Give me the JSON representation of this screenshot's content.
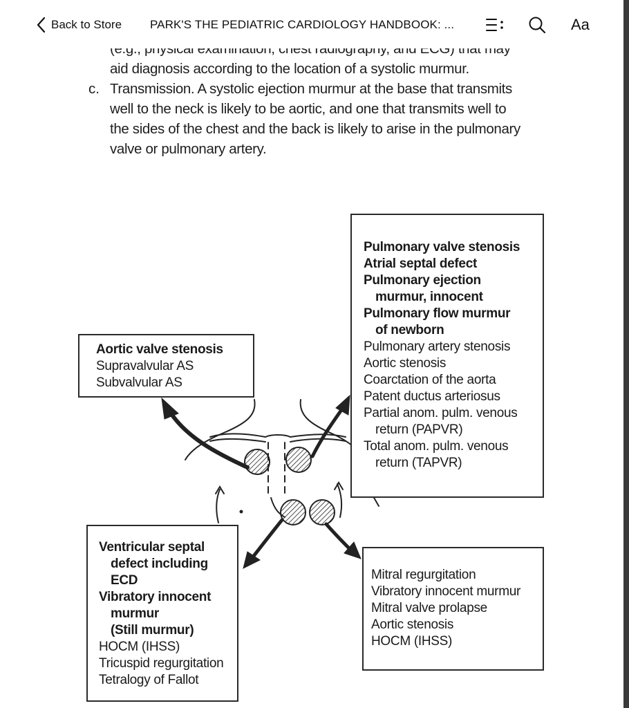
{
  "toolbar": {
    "back_label": "Back to Store",
    "book_title": "PARK'S THE PEDIATRIC CARDIOLOGY HANDBOOK: ...",
    "font_label": "Aa"
  },
  "icons": {
    "back": "chevron-left-icon",
    "toc": "table-of-contents-icon",
    "search": "search-icon"
  },
  "page": {
    "lines": [
      "(e.g., physical examination, chest radiography, and ECG) that may",
      "aid diagnosis according to the location of a systolic murmur.",
      "Transmission. A systolic ejection murmur at the base that transmits",
      "well to the neck is likely to be aortic, and one that transmits well to",
      "the sides of the chest and the back is likely to arise in the pulmonary",
      "valve or pulmonary artery."
    ],
    "item_marker": "c."
  },
  "figure": {
    "aortic_box": {
      "rows": [
        {
          "text": "Aortic valve stenosis",
          "bold": true,
          "indent": false
        },
        {
          "text": "Supravalvular AS",
          "bold": false,
          "indent": false
        },
        {
          "text": "Subvalvular AS",
          "bold": false,
          "indent": false
        }
      ]
    },
    "pulmonary_box": {
      "rows": [
        {
          "text": "Pulmonary valve stenosis",
          "bold": true,
          "indent": false
        },
        {
          "text": "Atrial septal defect",
          "bold": true,
          "indent": false
        },
        {
          "text": "Pulmonary ejection",
          "bold": true,
          "indent": false
        },
        {
          "text": "murmur, innocent",
          "bold": true,
          "indent": true
        },
        {
          "text": "Pulmonary flow murmur",
          "bold": true,
          "indent": false
        },
        {
          "text": "of newborn",
          "bold": true,
          "indent": true
        },
        {
          "text": "Pulmonary artery stenosis",
          "bold": false,
          "indent": false
        },
        {
          "text": "Aortic stenosis",
          "bold": false,
          "indent": false
        },
        {
          "text": "Coarctation of the aorta",
          "bold": false,
          "indent": false
        },
        {
          "text": "Patent ductus arteriosus",
          "bold": false,
          "indent": false
        },
        {
          "text": "Partial anom. pulm. venous",
          "bold": false,
          "indent": false
        },
        {
          "text": "return (PAPVR)",
          "bold": false,
          "indent": true
        },
        {
          "text": "Total anom. pulm. venous",
          "bold": false,
          "indent": false
        },
        {
          "text": "return (TAPVR)",
          "bold": false,
          "indent": true
        }
      ]
    },
    "tricuspid_box": {
      "rows": [
        {
          "text": "Ventricular septal",
          "bold": true,
          "indent": false
        },
        {
          "text": "defect including",
          "bold": true,
          "indent": true
        },
        {
          "text": "ECD",
          "bold": true,
          "indent": true
        },
        {
          "text": "Vibratory innocent",
          "bold": true,
          "indent": false
        },
        {
          "text": "murmur",
          "bold": true,
          "indent": true
        },
        {
          "text": "(Still murmur)",
          "bold": true,
          "indent": true
        },
        {
          "text": "HOCM (IHSS)",
          "bold": false,
          "indent": false
        },
        {
          "text": "Tricuspid regurgitation",
          "bold": false,
          "indent": false
        },
        {
          "text": "Tetralogy of Fallot",
          "bold": false,
          "indent": false
        }
      ]
    },
    "mitral_box": {
      "rows": [
        {
          "text": "Mitral regurgitation",
          "bold": false,
          "indent": false
        },
        {
          "text": "Vibratory innocent murmur",
          "bold": false,
          "indent": false
        },
        {
          "text": "Mitral valve prolapse",
          "bold": false,
          "indent": false
        },
        {
          "text": "Aortic stenosis",
          "bold": false,
          "indent": false
        },
        {
          "text": "HOCM (IHSS)",
          "bold": false,
          "indent": false
        }
      ]
    }
  }
}
